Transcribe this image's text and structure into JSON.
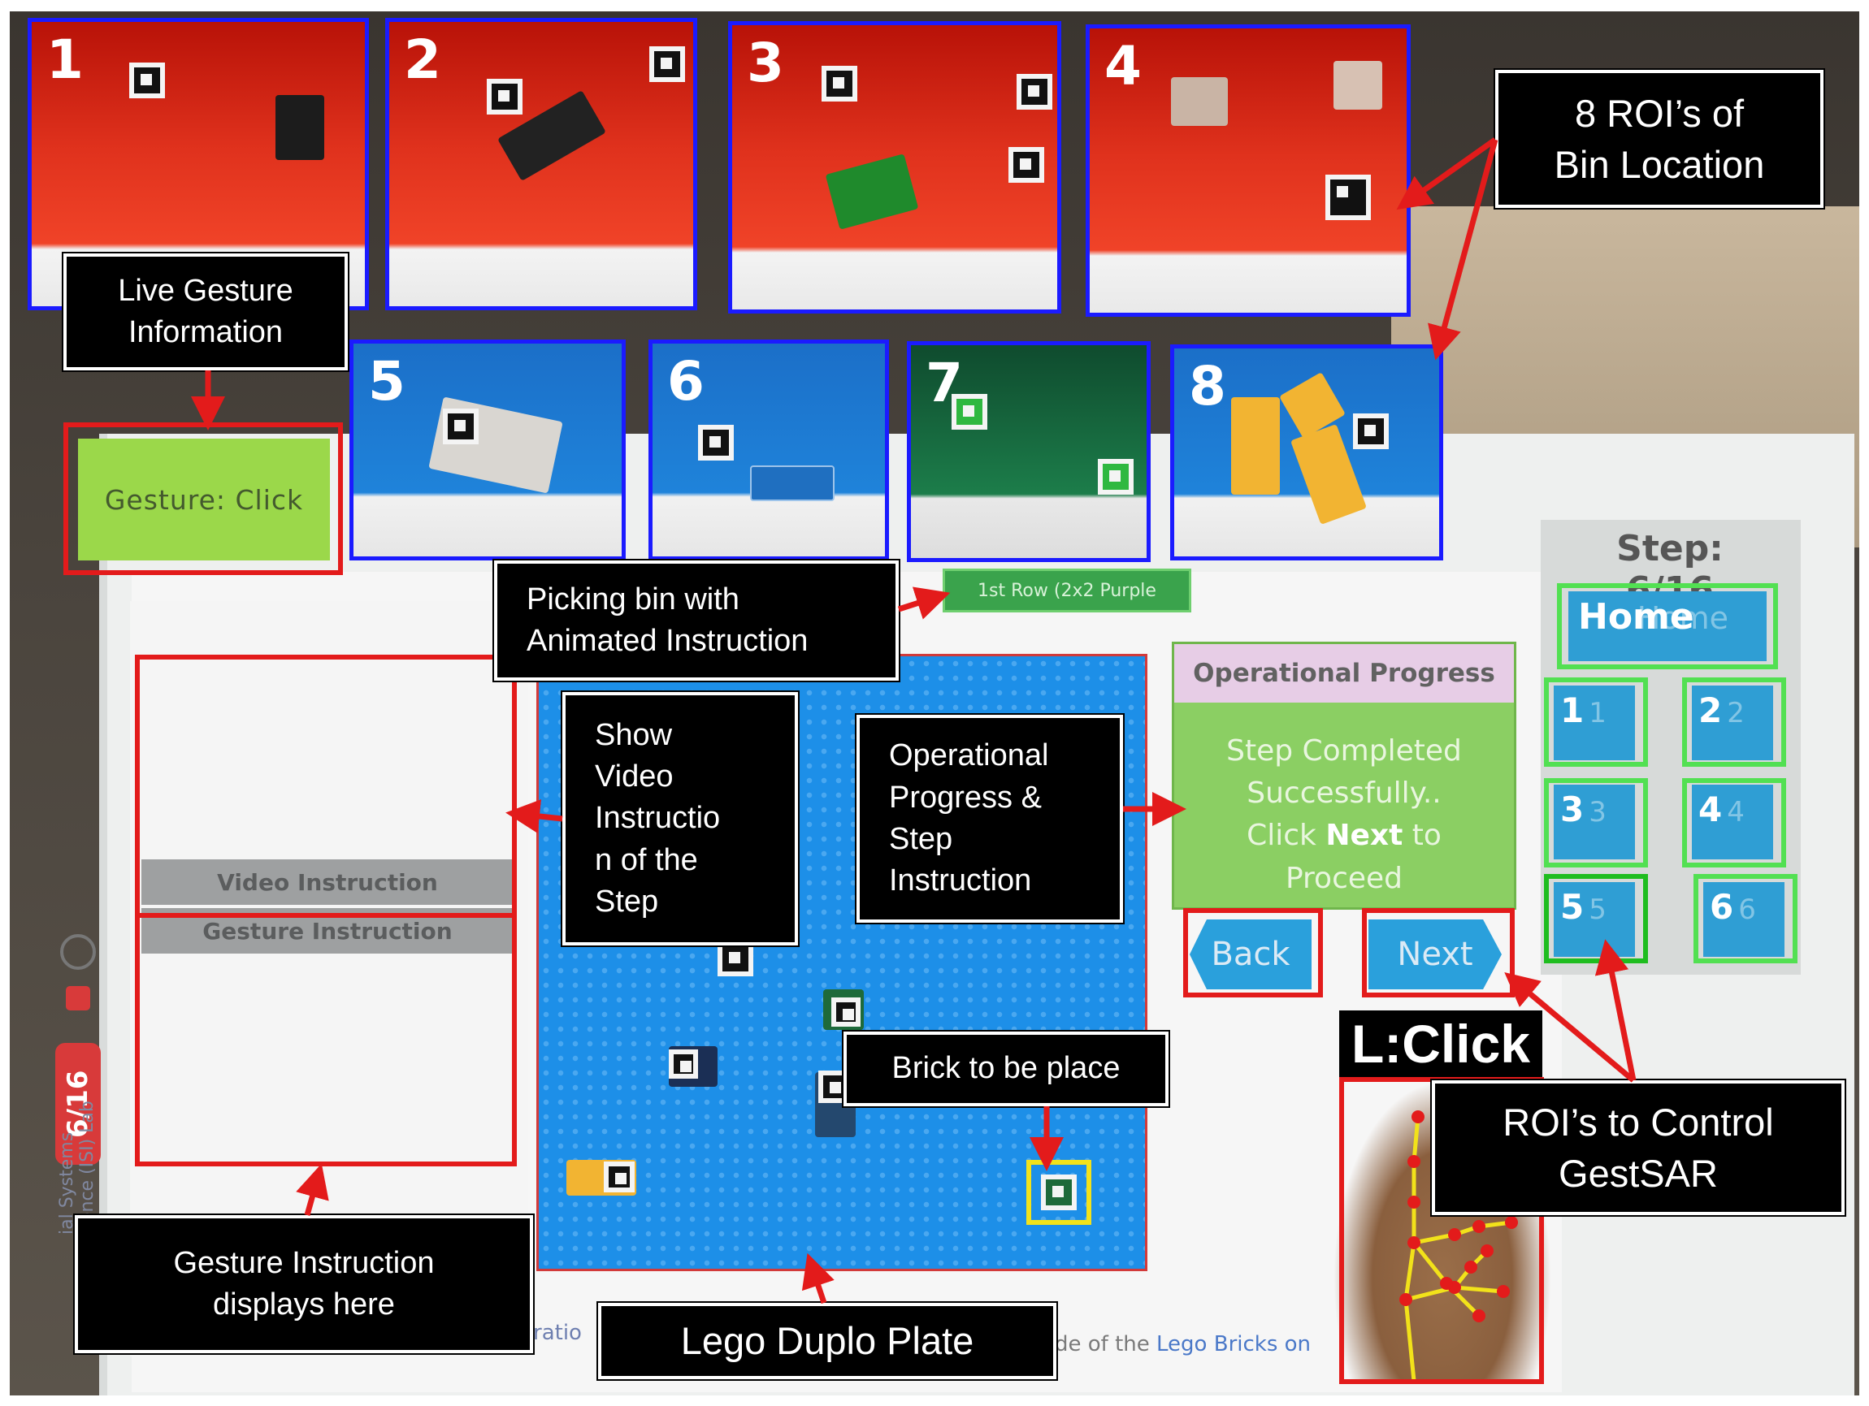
{
  "bins": {
    "top": [
      {
        "label": "1"
      },
      {
        "label": "2"
      },
      {
        "label": "3"
      },
      {
        "label": "4"
      }
    ],
    "bottom": [
      {
        "label": "5"
      },
      {
        "label": "6"
      },
      {
        "label": "7"
      },
      {
        "label": "8"
      }
    ],
    "row_tag": "1st Row (2x2 Purple"
  },
  "gesture_panel": {
    "text": "Gesture:  Click"
  },
  "left_panel": {
    "video_header": "Video Instruction",
    "gesture_header": "Gesture Instruction",
    "side_badge": "6/16",
    "lab_text": "ial Systems gence (ISI) Lab"
  },
  "operational_progress": {
    "header": "Operational Progress",
    "line1": "Step Completed",
    "line2": "Successfully..",
    "line3_prefix": "Click ",
    "line3_bold": "Next",
    "line3_suffix": " to",
    "line4": "Proceed"
  },
  "nav": {
    "back_label": "Back",
    "next_label": "Next"
  },
  "step_panel": {
    "step_label": "Step: 6/16",
    "home_label": "Home",
    "home_ghost": "Home",
    "steps": [
      {
        "label": "1",
        "ghost": "1"
      },
      {
        "label": "2",
        "ghost": "2"
      },
      {
        "label": "3",
        "ghost": "3"
      },
      {
        "label": "4",
        "ghost": "4"
      },
      {
        "label": "5",
        "ghost": "5"
      },
      {
        "label": "6",
        "ghost": "6"
      }
    ]
  },
  "hand_overlay": {
    "label": "L:Click"
  },
  "bottom_text": {
    "left_fragment": "ratio",
    "right_prefix": "de of the ",
    "right_highlight": "Lego Bricks on"
  },
  "callouts": {
    "roi_bins": "8 ROI’s of\nBin Location",
    "live_gesture": "Live Gesture\nInformation",
    "picking_bin": "Picking bin with\nAnimated Instruction",
    "show_video": "Show\nVideo\nInstructio\nn of the\nStep",
    "op_progress": "Operational\nProgress &\nStep\nInstruction",
    "brick_place": "Brick to be place",
    "roi_control": "ROI’s to Control\nGestSAR",
    "gesture_instruction": "Gesture Instruction\ndisplays here",
    "lego_plate": "Lego Duplo Plate"
  },
  "colors": {
    "roi_border": "#1b1bff",
    "highlight_red": "#e31b1b",
    "highlight_green": "#52e052",
    "brick_target": "#f2e21a",
    "button_blue": "#2f9ed4"
  }
}
